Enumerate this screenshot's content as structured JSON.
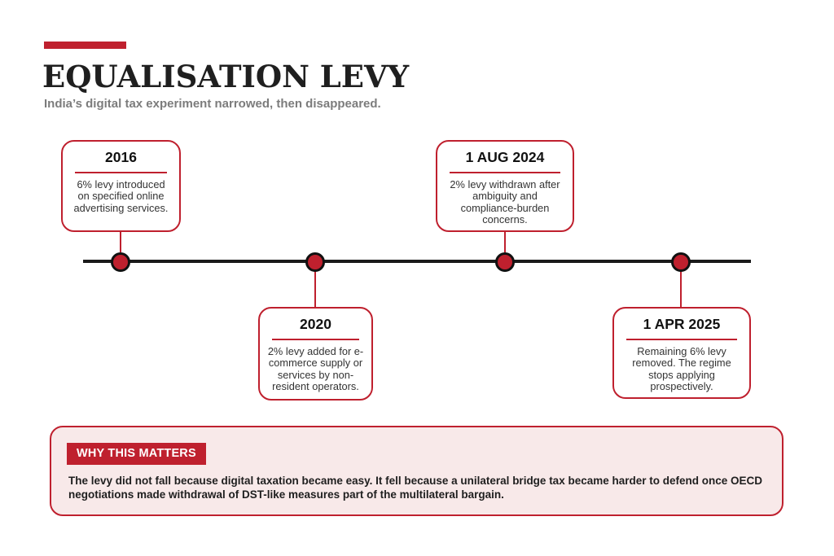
{
  "header": {
    "title": "EQUALISATION LEVY",
    "subtitle": "India’s digital tax experiment narrowed, then disappeared."
  },
  "timeline": {
    "events": [
      {
        "date": "2016",
        "description": "6% levy introduced on specified online advertising services.",
        "position": "above"
      },
      {
        "date": "2020",
        "description": "2% levy added for e-commerce supply or services by non-resident operators.",
        "position": "below"
      },
      {
        "date": "1 AUG 2024",
        "description": "2% levy withdrawn after ambiguity and compliance-burden concerns.",
        "position": "above"
      },
      {
        "date": "1 APR 2025",
        "description": "Remaining 6% levy removed. The regime stops applying prospectively.",
        "position": "below"
      }
    ]
  },
  "callout": {
    "label": "WHY THIS MATTERS",
    "text": "The levy did not fall because digital taxation became easy. It fell because a unilateral bridge tax became harder to defend once OECD negotiations made withdrawal of DST-like measures part of the multilateral bargain."
  },
  "colors": {
    "accent_red": "#BF202E",
    "callout_bg": "#F8E9E9",
    "timeline_black": "#1A1A1A",
    "subtitle_gray": "#7C7C7C"
  }
}
